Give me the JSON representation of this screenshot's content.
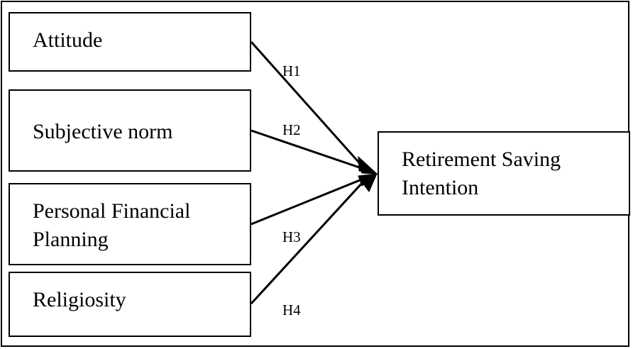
{
  "diagram": {
    "constructs": {
      "attitude": "Attitude",
      "subjective_norm": "Subjective norm",
      "personal_financial_planning": "Personal Financial\nPlanning",
      "religiosity": "Religiosity",
      "retirement_saving_intention": "Retirement Saving\nIntention"
    },
    "hypotheses": {
      "h1": "H1",
      "h2": "H2",
      "h3": "H3",
      "h4": "H4"
    }
  }
}
